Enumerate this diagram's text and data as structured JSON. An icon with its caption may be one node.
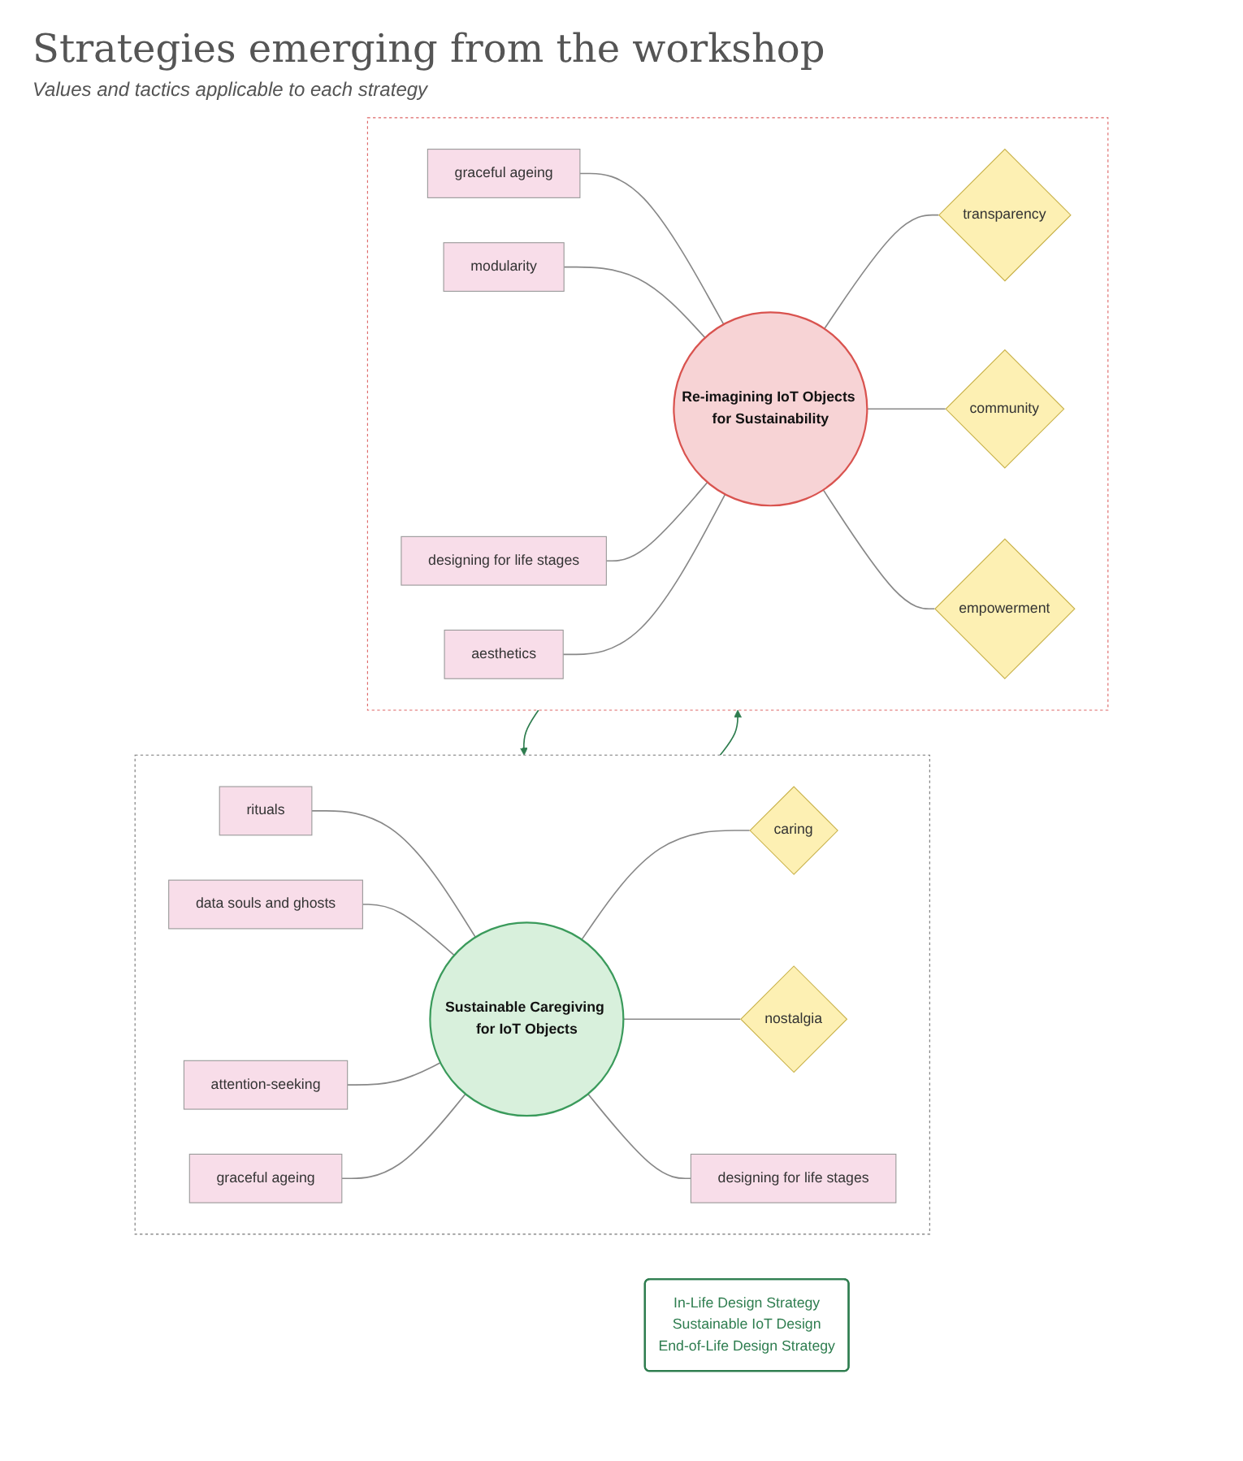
{
  "diagram": {
    "title": "Strategies emerging from the workshop",
    "nodes": [
      {
        "text": [],
        "shape": "box"
      },
      {
        "text": [
          "Sustainable Caregiving for IoT Objects"
        ],
        "in": 0
      },
      {
        "text": [
          "rituals"
        ],
        "in": 0
      },
      {
        "text": [
          "data souls and ghosts"
        ],
        "in": 0
      },
      {
        "text": [
          "attention-seeking"
        ],
        "in": 0
      },
      {
        "text": [
          "graceful ageing"
        ],
        "in": 0
      },
      {
        "text": [
          "caring"
        ],
        "in": 0
      },
      {
        "text": [
          "nostalgia"
        ],
        "in": 0
      },
      {
        "text": [
          "designing for life stages"
        ],
        "in": 0
      },
      {
        "text": [
          "In-Life Design Strategy",
          "Sustainable IoT Design",
          "End-of-Life Design Strategy"
        ]
      },
      {
        "text": [],
        "shape": "box"
      },
      {
        "text": [
          "Re-imagining IoT Objects for Sustainability"
        ],
        "in": 10
      },
      {
        "text": [
          "graceful ageing"
        ],
        "in": 10
      },
      {
        "text": [
          "modularity"
        ],
        "in": 10
      },
      {
        "text": [
          "designing for life stages"
        ],
        "in": 10
      },
      {
        "text": [
          "aesthetics"
        ],
        "in": 10
      },
      {
        "text": [
          "transparency"
        ],
        "in": 10
      },
      {
        "text": [
          "community"
        ],
        "in": 10
      },
      {
        "text": [
          "empowerment"
        ],
        "in": 10
      }
    ],
    "edges": [
      {
        "from": 2,
        "to": 1,
        "arrow": "none"
      },
      {
        "from": 3,
        "to": 1,
        "arrow": "none"
      },
      {
        "from": 4,
        "to": 1,
        "arrow": "none"
      },
      {
        "from": 5,
        "to": 1,
        "arrow": "none"
      },
      {
        "from": 1,
        "to": 6,
        "arrow": "none"
      },
      {
        "from": 1,
        "to": 7,
        "arrow": "none"
      },
      {
        "from": 1,
        "to": 8,
        "arrow": "none"
      },
      {
        "from": 0,
        "to": 10,
        "arrow": "to",
        "color": "#2e7d4f"
      },
      {
        "from": 10,
        "to": 0,
        "arrow": "to",
        "color": "#2e7d4f"
      },
      {
        "from": 12,
        "to": 11,
        "arrow": "none"
      },
      {
        "from": 13,
        "to": 11,
        "arrow": "none"
      },
      {
        "from": 14,
        "to": 11,
        "arrow": "none"
      },
      {
        "from": 15,
        "to": 11,
        "arrow": "none"
      },
      {
        "from": 11,
        "to": 16,
        "arrow": "none"
      },
      {
        "from": 11,
        "to": 17,
        "arrow": "none"
      },
      {
        "from": 11,
        "to": 18,
        "arrow": "none"
      }
    ],
    "labels": [
      "Values and tactics applicable to each strategy"
    ]
  }
}
